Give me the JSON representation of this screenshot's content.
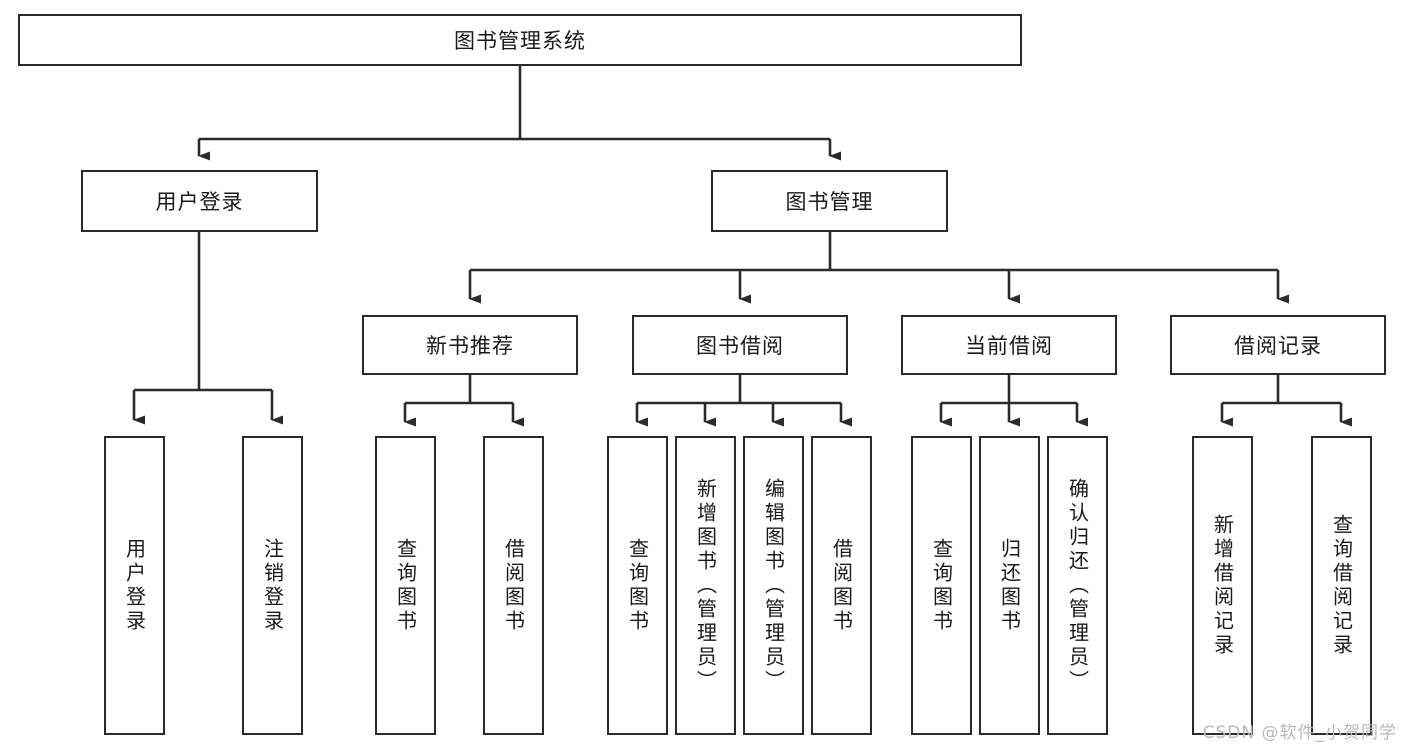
{
  "diagram": {
    "type": "tree-hierarchy",
    "title": "图书管理系统",
    "watermark": "CSDN @软件_小贺同学",
    "colors": {
      "stroke": "#2b2b2b",
      "fill": "#ffffff",
      "text": "#1a1a1a",
      "watermark": "#b9b9b9"
    },
    "nodes": {
      "root": {
        "label": "图书管理系统",
        "level": 1
      },
      "l2": [
        {
          "id": "user-login",
          "label": "用户登录"
        },
        {
          "id": "book-manage",
          "label": "图书管理"
        }
      ],
      "l3": [
        {
          "id": "new-book-recommend",
          "label": "新书推荐"
        },
        {
          "id": "book-borrow",
          "label": "图书借阅"
        },
        {
          "id": "current-borrow",
          "label": "当前借阅"
        },
        {
          "id": "borrow-record",
          "label": "借阅记录"
        }
      ],
      "leaves": {
        "user-login": [
          {
            "id": "leaf-user-login",
            "label": "用户登录"
          },
          {
            "id": "leaf-logout",
            "label": "注销登录"
          }
        ],
        "new-book-recommend": [
          {
            "id": "leaf-query-book-1",
            "label": "查询图书"
          },
          {
            "id": "leaf-borrow-book-1",
            "label": "借阅图书"
          }
        ],
        "book-borrow": [
          {
            "id": "leaf-query-book-2",
            "label": "查询图书"
          },
          {
            "id": "leaf-add-book",
            "label": "新增图书（管理员）"
          },
          {
            "id": "leaf-edit-book",
            "label": "编辑图书（管理员）"
          },
          {
            "id": "leaf-borrow-book-2",
            "label": "借阅图书"
          }
        ],
        "current-borrow": [
          {
            "id": "leaf-query-book-3",
            "label": "查询图书"
          },
          {
            "id": "leaf-return-book",
            "label": "归还图书"
          },
          {
            "id": "leaf-confirm-return",
            "label": "确认归还（管理员）"
          }
        ],
        "borrow-record": [
          {
            "id": "leaf-add-record",
            "label": "新增借阅记录"
          },
          {
            "id": "leaf-query-record",
            "label": "查询借阅记录"
          }
        ]
      }
    }
  }
}
